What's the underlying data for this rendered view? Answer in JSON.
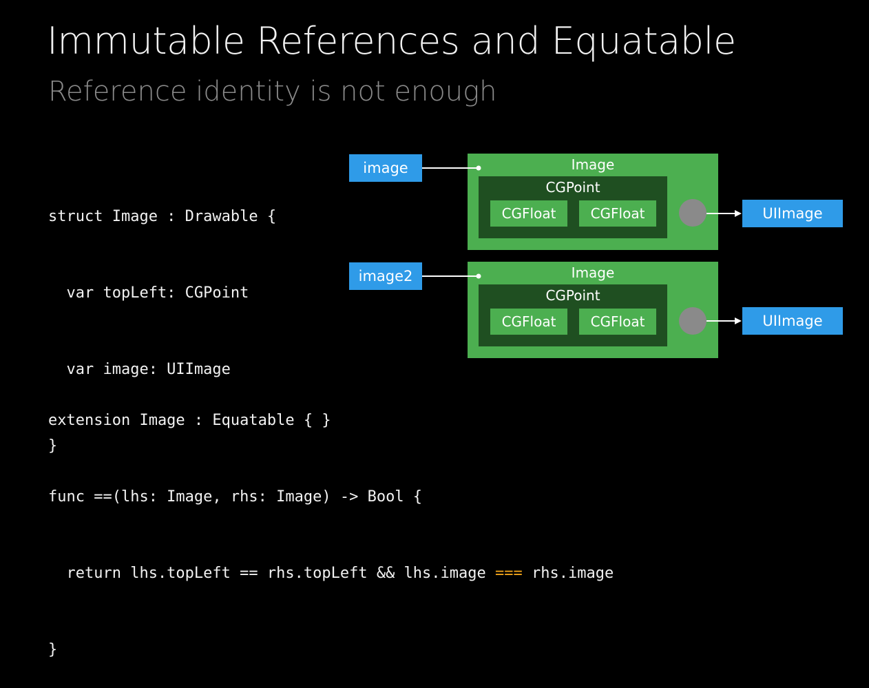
{
  "slide": {
    "title": "Immutable References and Equatable",
    "subtitle": "Reference identity is not enough"
  },
  "code_top": [
    "struct Image : Drawable {",
    "  var topLeft: CGPoint",
    "  var image: UIImage",
    "}"
  ],
  "code_bottom": {
    "line1": "extension Image : Equatable { }",
    "line2": "func ==(lhs: Image, rhs: Image) -> Bool {",
    "line3_pre": "  return lhs.topLeft == rhs.topLeft && lhs.image ",
    "line3_op": "===",
    "line3_post": " rhs.image",
    "line4": "}"
  },
  "diagram": {
    "instances": [
      {
        "var_label": "image",
        "box_title": "Image",
        "point_title": "CGPoint",
        "fields": [
          "CGFloat",
          "CGFloat"
        ],
        "ref_label": "UIImage"
      },
      {
        "var_label": "image2",
        "box_title": "Image",
        "point_title": "CGPoint",
        "fields": [
          "CGFloat",
          "CGFloat"
        ],
        "ref_label": "UIImage"
      }
    ]
  },
  "colors": {
    "background": "#000000",
    "variable_box": "#2f9be8",
    "struct_outer": "#4caf50",
    "struct_inner": "#1f4f21",
    "reference_dot": "#8a8a8a",
    "identity_operator": "#f2a51b"
  }
}
